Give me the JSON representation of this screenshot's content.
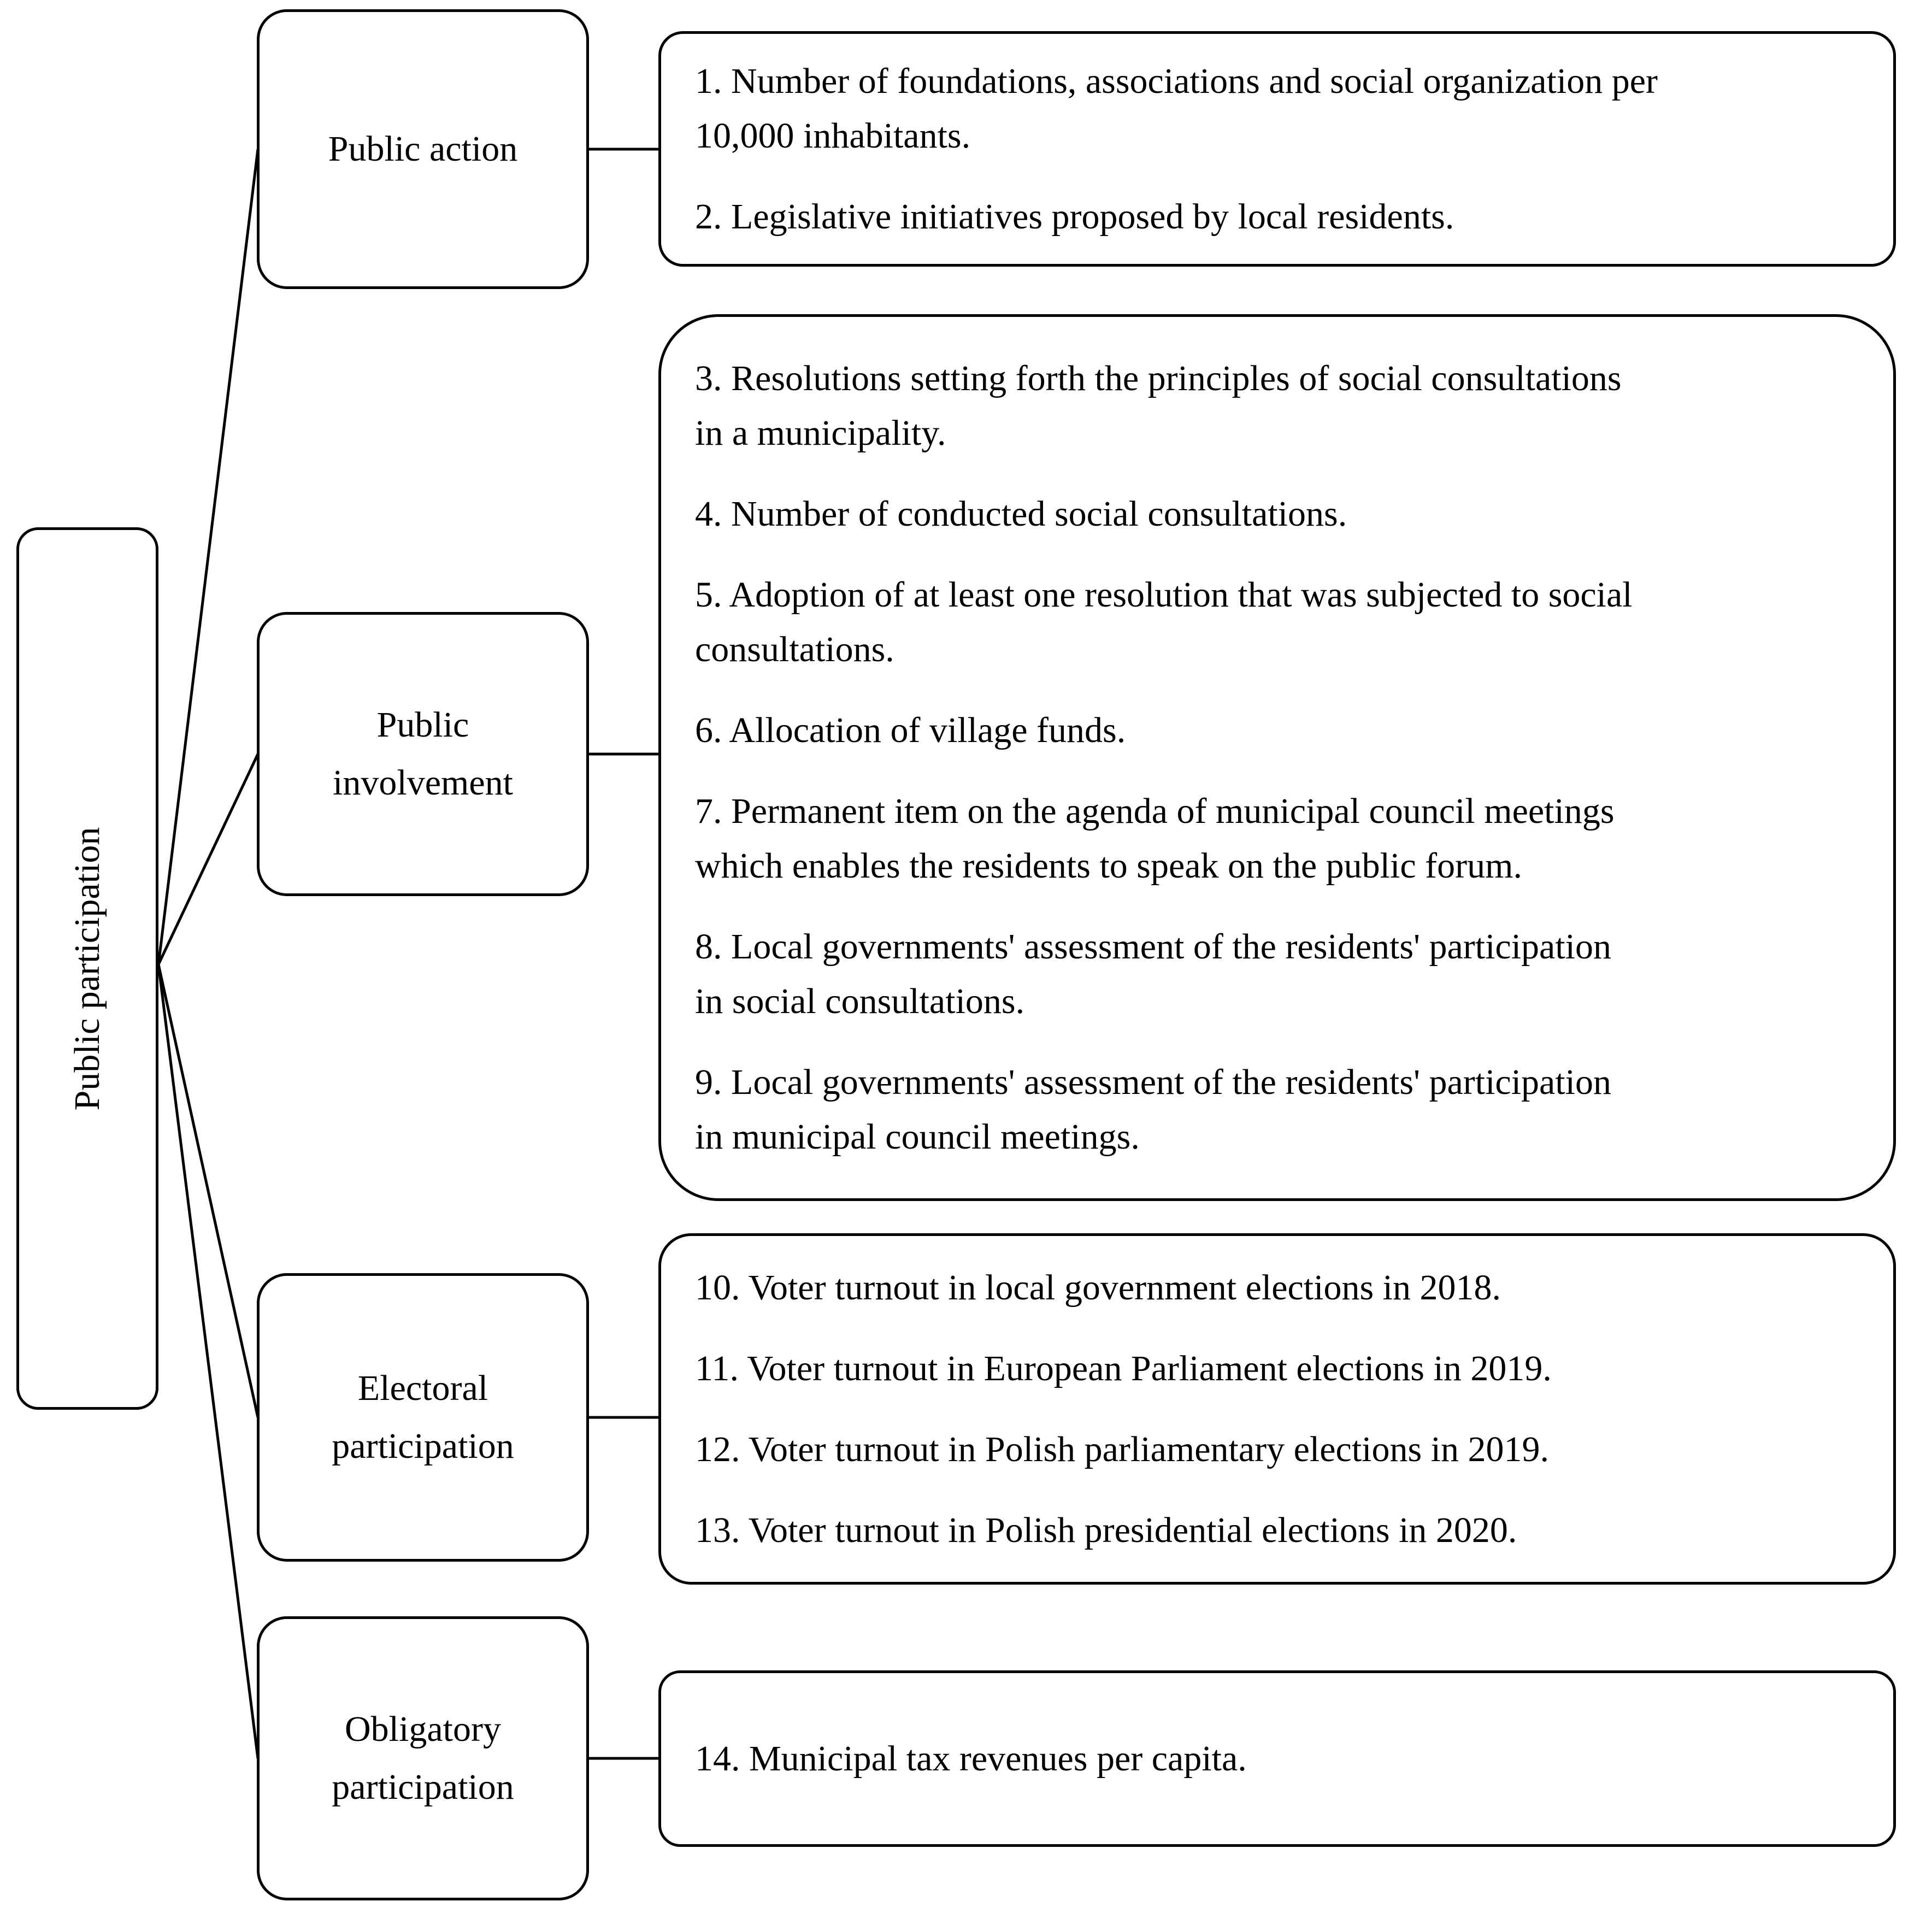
{
  "diagram": {
    "root": {
      "label": "Public participation"
    },
    "branches": [
      {
        "label": "Public action",
        "indicators": [
          "1. Number of foundations, associations and social organization per\n10,000 inhabitants.",
          "2. Legislative initiatives proposed by local residents."
        ]
      },
      {
        "label": "Public\ninvolvement",
        "indicators": [
          "3. Resolutions setting forth the principles of social consultations\nin a municipality.",
          "4. Number of conducted social consultations.",
          "5. Adoption of at least one resolution that was subjected to social\nconsultations.",
          "6. Allocation of village funds.",
          "7. Permanent item on the agenda of municipal council meetings\nwhich enables the residents to speak on the public forum.",
          "8. Local governments' assessment of the residents' participation\nin social consultations.",
          "9. Local governments' assessment of the residents' participation\nin municipal council meetings."
        ]
      },
      {
        "label": "Electoral\nparticipation",
        "indicators": [
          "10. Voter turnout in local government elections in 2018.",
          "11. Voter turnout in European Parliament elections in 2019.",
          "12. Voter turnout in Polish parliamentary elections in 2019.",
          "13. Voter turnout in Polish presidential elections in 2020."
        ]
      },
      {
        "label": "Obligatory\nparticipation",
        "indicators": [
          "14. Municipal tax revenues per capita."
        ]
      }
    ],
    "colors": {
      "background": "#ffffff",
      "line": "#000000",
      "text": "#000000"
    }
  }
}
